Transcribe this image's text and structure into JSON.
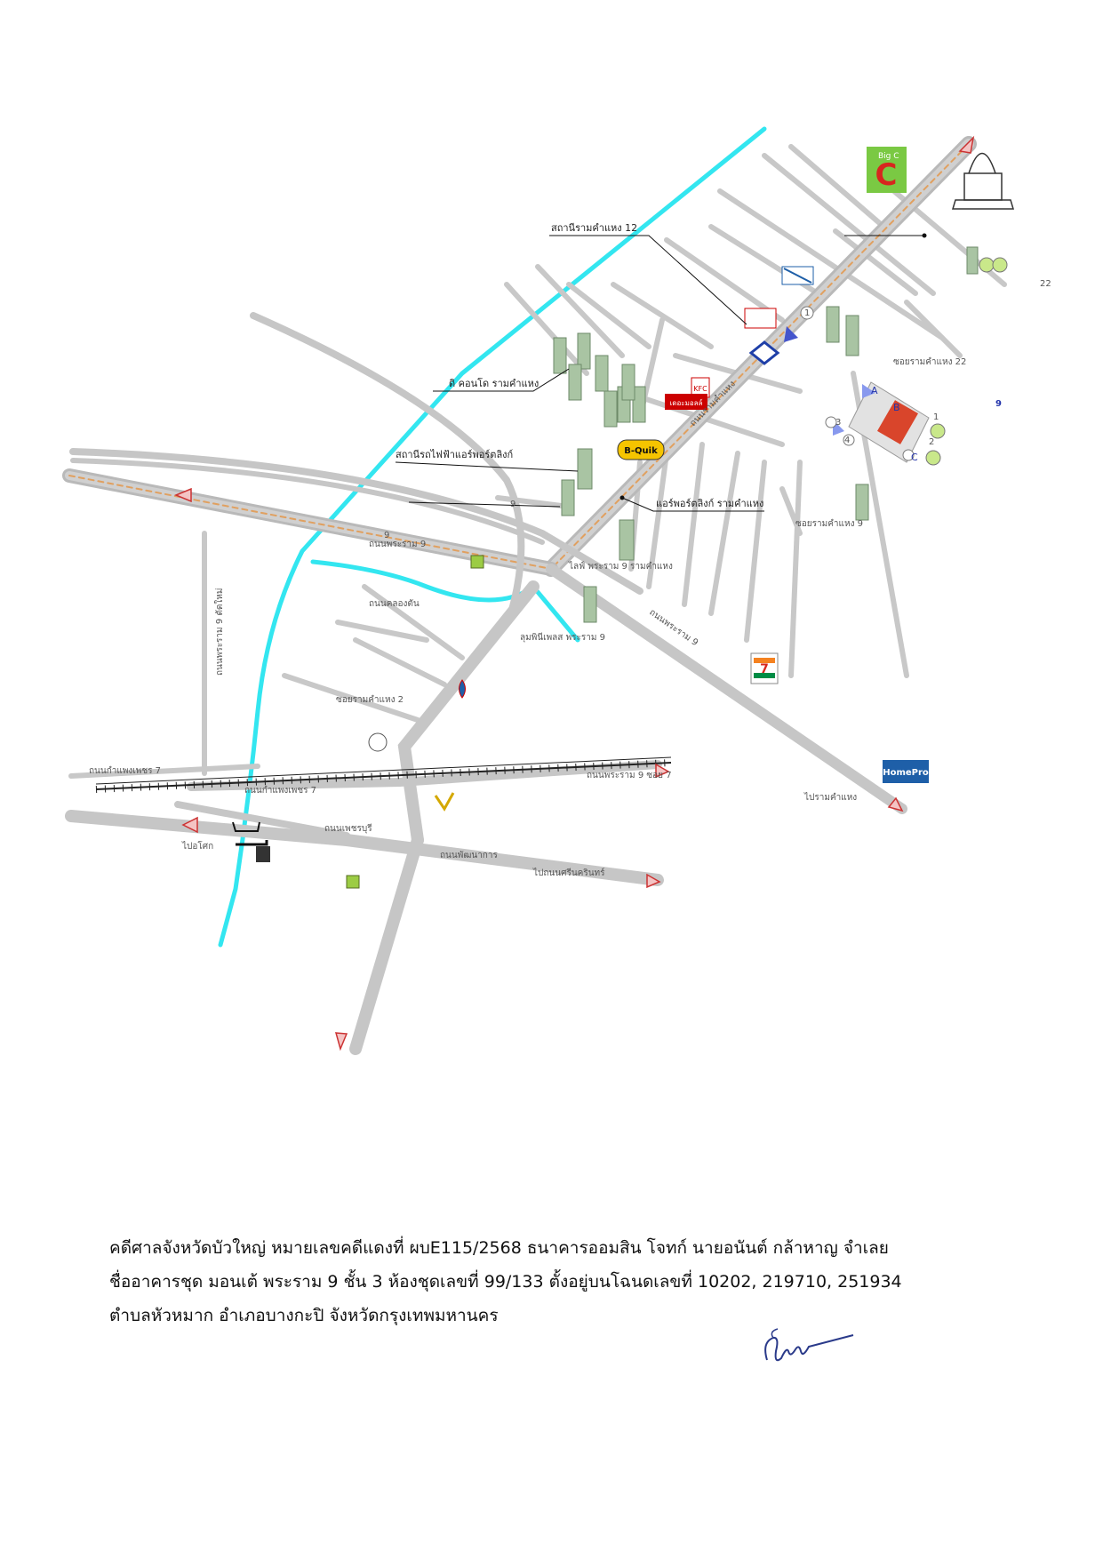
{
  "map": {
    "labels": {
      "station_12": "สถานีรามคำแหง 12",
      "city_condo": "ดิ คอนโด รามคำแหง",
      "arl_station": "สถานีรถไฟฟ้าแอร์พอร์ตลิงก์",
      "near_label": "แอร์พอร์ตลิงก์ รามคำแหง",
      "rk_road": "ถนนรามคำแหง",
      "rama9_road": "ถนนพระราม 9",
      "rama9_road_2": "ถนนพระราม 9",
      "rama9_soi": "ซอยรามคำแหง 9",
      "condo_rama9": "ลุมพินีเพลส พระราม 9",
      "condo_rk": "ไลฟ์ พระราม 9 รามคำแหง",
      "canal_road": "ถนนคลองตัน",
      "rama9_soi_7": "ถนนพระราม 9 ซอย 7",
      "rama9_soi_2": "ซอยรามคำแหง 2",
      "phetchaburi": "ถนนเพชรบุรี",
      "phattanakan": "ถนนพัฒนาการ",
      "to_ramkhamhaeng": "ไปรามคำแหง",
      "to_nakhon": "ไปถนนศรีนครินทร์",
      "to_left": "ไปอโศก",
      "rk_soi_7": "ถนนกำแพงเพชร 7",
      "rk_soi_7b": "ถนนกำแพงเพชร 7",
      "rama9_v": "ถนนพระราม 9 ตัดใหม่",
      "north_road": "ซอยรามคำแหง 22",
      "marker_9a": "9",
      "marker_9b": "9",
      "marker_9c": "9",
      "marker_22": "22",
      "num1a": "1",
      "num1b": "1",
      "num2": "2",
      "num3": "3",
      "num4": "4",
      "letterA": "A",
      "letterB": "B",
      "letterC": "C",
      "bigc": "Big C",
      "quik": "B-Quik",
      "homepro": "HomePro",
      "seven": "7",
      "kfc": "KFC",
      "mall": "เดอะมอลล์"
    },
    "colors": {
      "road": "#c8c8c8",
      "road_edge": "#b0b0b0",
      "main_road_line": "#e0a060",
      "canal": "#33e6f0",
      "arrow": "#cc3333",
      "bigc": "#d7261e",
      "bigc_bg": "#7ac943",
      "quik": "#f5c400",
      "homepro": "#1e5fa8",
      "seven_green": "#008c45",
      "seven_orange": "#f58220",
      "building": "#a9c4a3",
      "marker": "#9ccc44"
    }
  },
  "caption": {
    "line1": "คดีศาลจังหวัดบัวใหญ่   หมายเลขคดีแดงที่ ผบE115/2568    ธนาคารออมสิน โจทก์ นายอนันต์ กล้าหาญ จำเลย",
    "line2": "ชื่ออาคารชุด มอนเต้ พระราม 9 ชั้น 3 ห้องชุดเลขที่ 99/133 ตั้งอยู่บนโฉนดเลขที่ 10202, 219710, 251934",
    "line3": "ตำบลหัวหมาก  อำเภอบางกะปิ จังหวัดกรุงเทพมหานคร"
  }
}
